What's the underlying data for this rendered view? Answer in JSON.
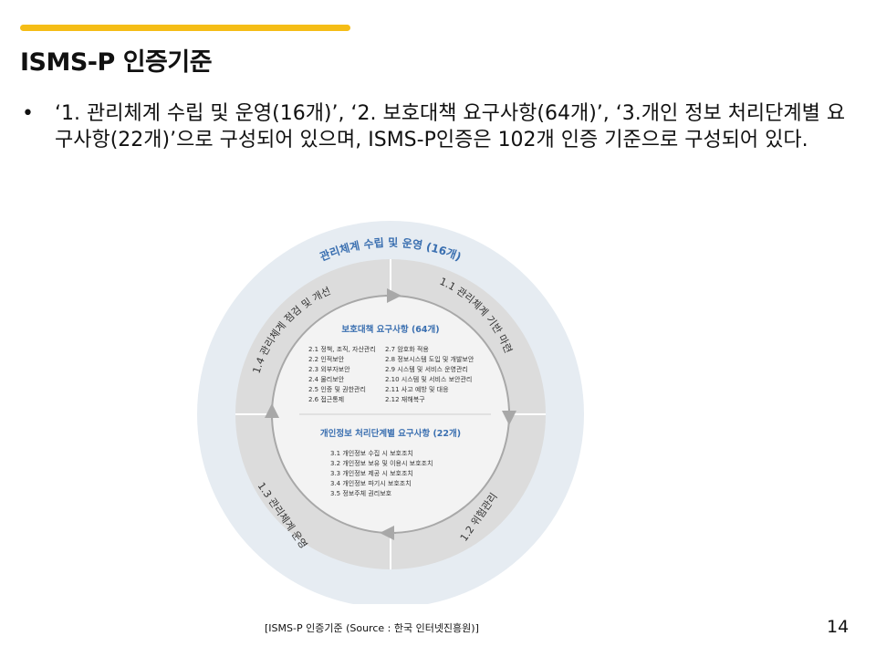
{
  "slide": {
    "title": "ISMS-P 인증기준",
    "bullet": "‘1. 관리체계 수립 및 운영(16개)’, ‘2. 보호대책 요구사항(64개)’, ‘3.개인 정보 처리단계별 요구사항(22개)’으로 구성되어 있으며, ISMS-P인증은 102개 인증 기준으로 구성되어 있다.",
    "caption": "[ISMS-P 인증기준 (Source : 한국 인터넷진흥원)]",
    "page_number": "14"
  },
  "diagram": {
    "outer_title": "관리체계 수립 및 운영 (16개)",
    "cycle": {
      "top_right": "1.1 관리체계 기반 마련",
      "bottom_right": "1.2 위험관리",
      "bottom_left": "1.3 관리체계 운영",
      "top_left": "1.4 관리체계 점검 및 개선"
    },
    "protection": {
      "title": "보호대책 요구사항 (64개)",
      "items": [
        "2.1 정책, 조직, 자산관리",
        "2.2 인적보안",
        "2.3 외부자보안",
        "2.4 물리보안",
        "2.5 인증 및 권한관리",
        "2.6 접근통제",
        "2.7 암호화 적용",
        "2.8 정보시스템 도입 및 개발보안",
        "2.9 시스템 및 서비스 운영관리",
        "2.10 시스템 및 서비스 보안관리",
        "2.11 사고 예방 및 대응",
        "2.12 재해복구"
      ]
    },
    "personal": {
      "title": "개인정보 처리단계별 요구사항 (22개)",
      "items": [
        "3.1 개인정보 수집 시 보호조치",
        "3.2 개인정보 보유 및 이용시 보호조치",
        "3.3 개인정보 제공 시 보호조치",
        "3.4 개인정보 파기시 보호조치",
        "3.5 정보주체 권리보호"
      ]
    }
  },
  "colors": {
    "accent": "#f5bd16",
    "outer_ring": "#e6ecf2",
    "middle_ring": "#dcdcdc",
    "inner_circle": "#f3f3f3",
    "title_blue": "#3a6fb0",
    "arrow_gray": "#a8a8a8"
  }
}
